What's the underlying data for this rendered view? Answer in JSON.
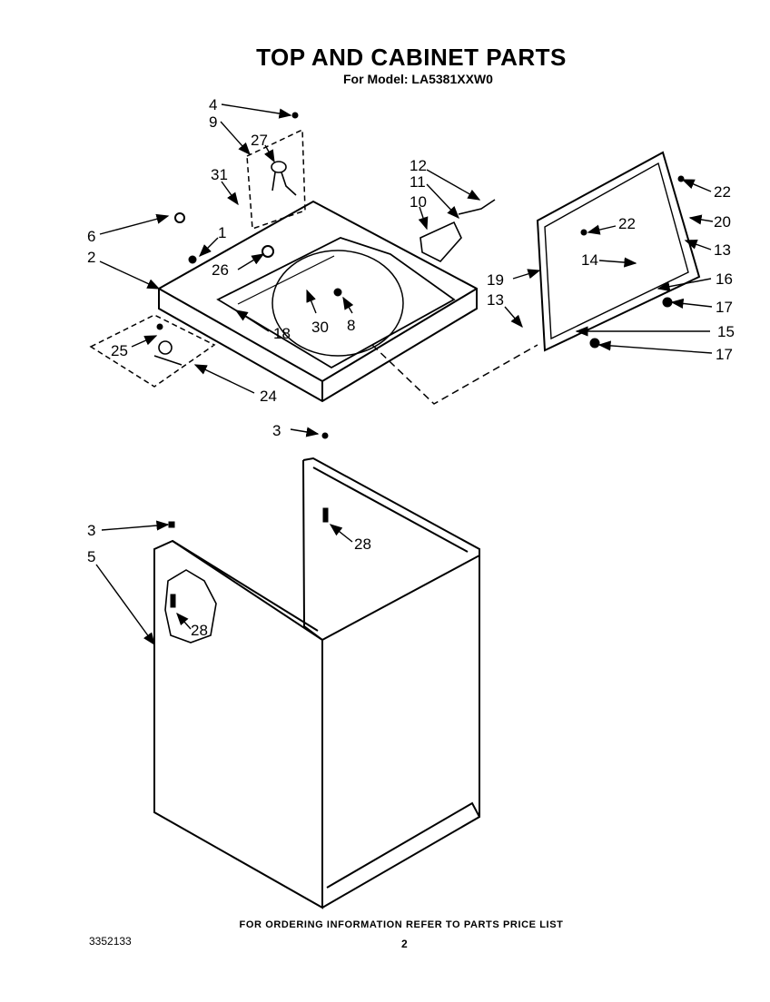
{
  "title": "TOP AND CABINET PARTS",
  "subtitle": "For Model: LA5381XXW0",
  "footer_note": "FOR ORDERING INFORMATION REFER TO PARTS PRICE LIST",
  "document_number": "3352133",
  "page_number": "2",
  "callouts": [
    "4",
    "9",
    "27",
    "31",
    "6",
    "1",
    "2",
    "26",
    "25",
    "18",
    "30",
    "8",
    "24",
    "12",
    "11",
    "10",
    "22",
    "20",
    "22",
    "13",
    "14",
    "19",
    "16",
    "13",
    "17",
    "15",
    "17",
    "3",
    "28",
    "3",
    "5",
    "28"
  ]
}
